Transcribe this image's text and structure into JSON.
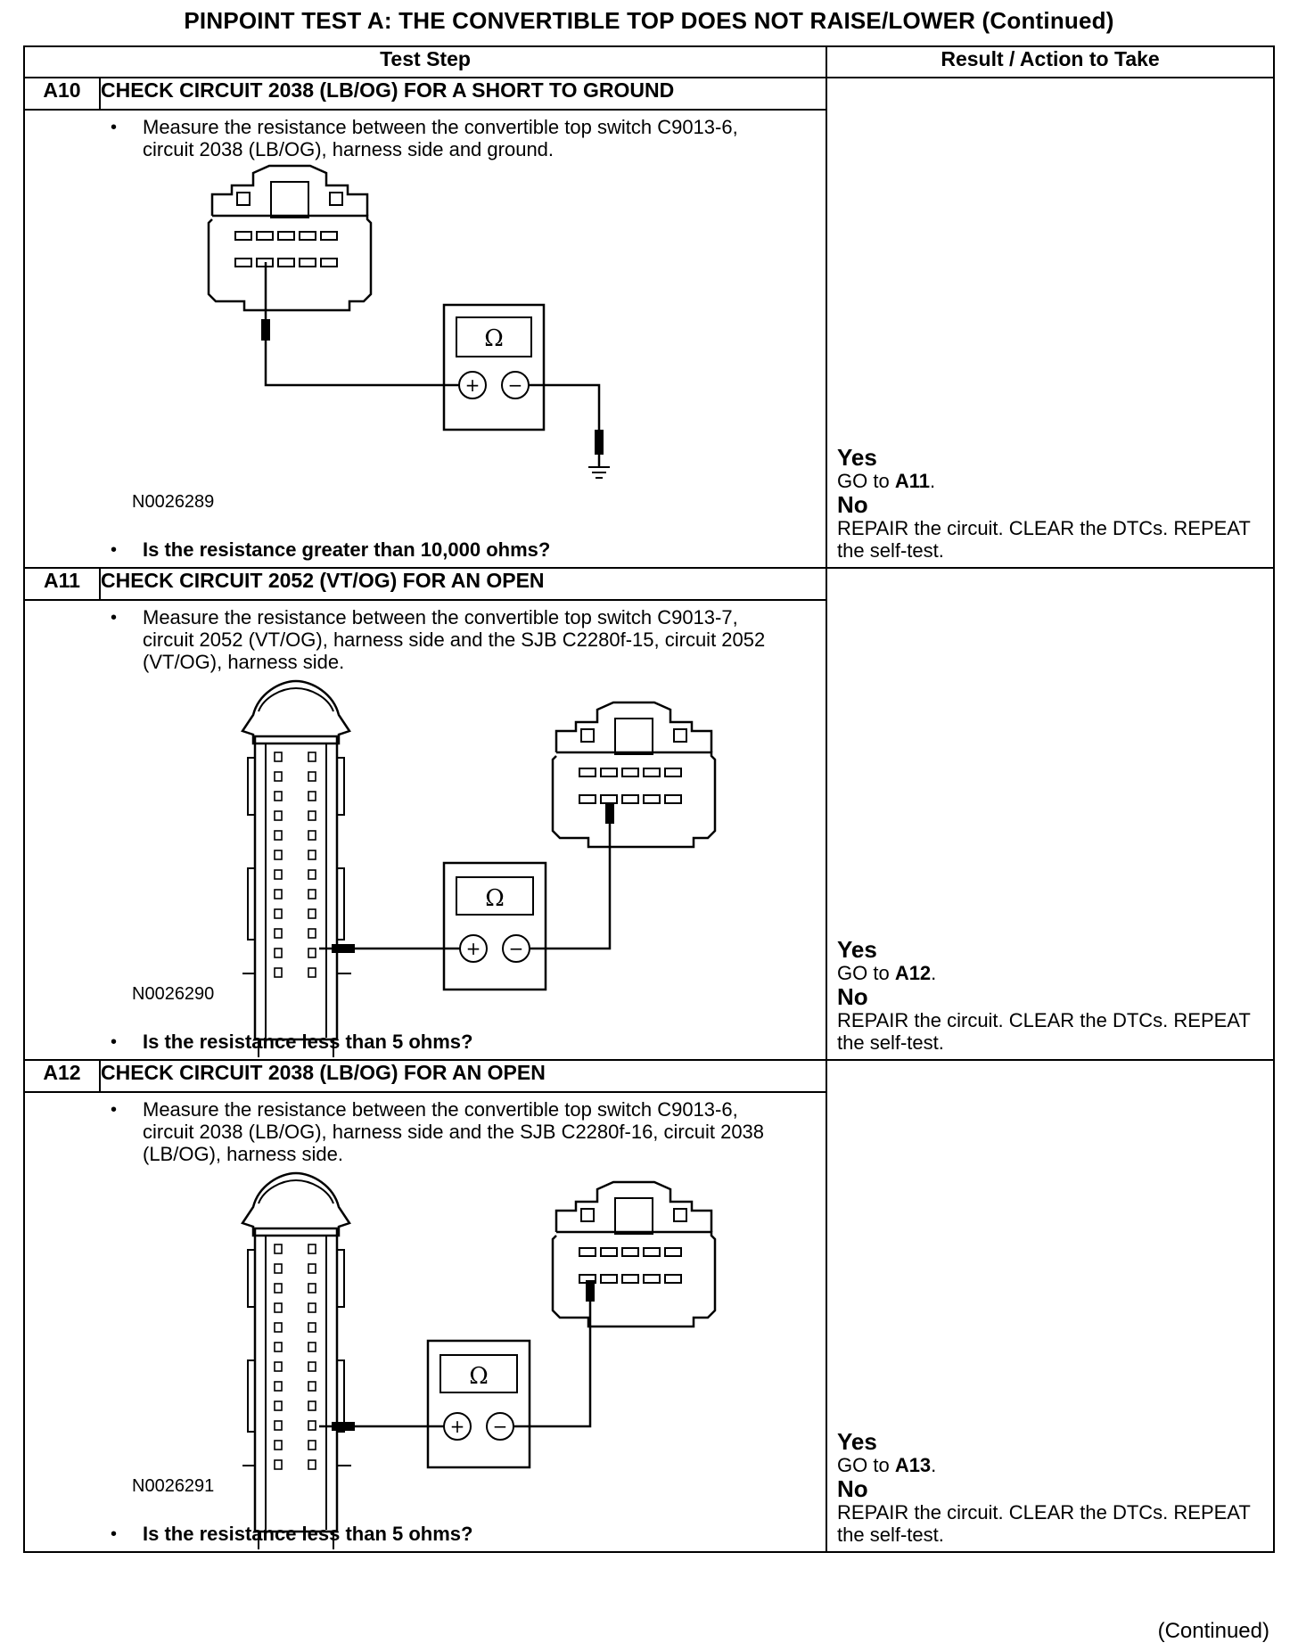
{
  "title": "PINPOINT TEST  A: THE CONVERTIBLE TOP DOES NOT RAISE/LOWER (Continued)",
  "headers": {
    "test_step": "Test Step",
    "result": "Result / Action to Take"
  },
  "steps": [
    {
      "id": "A10",
      "heading": "CHECK CIRCUIT 2038 (LB/OG) FOR A SHORT TO GROUND",
      "instruction": "Measure the resistance between the convertible top switch C9013-6, circuit 2038 (LB/OG), harness side and ground.",
      "figure_id": "N0026289",
      "question": "Is the resistance greater than 10,000 ohms?",
      "yes_label": "Yes",
      "yes_prefix": "GO to ",
      "yes_target": "A11",
      "no_label": "No",
      "no_action": "REPAIR the circuit. CLEAR the DTCs. REPEAT the self-test."
    },
    {
      "id": "A11",
      "heading": "CHECK CIRCUIT 2052 (VT/OG) FOR AN OPEN",
      "instruction": "Measure the resistance between the convertible top switch C9013-7, circuit 2052 (VT/OG), harness side and the SJB C2280f-15, circuit 2052 (VT/OG), harness side.",
      "figure_id": "N0026290",
      "question": "Is the resistance less than 5 ohms?",
      "yes_label": "Yes",
      "yes_prefix": "GO to ",
      "yes_target": "A12",
      "no_label": "No",
      "no_action": "REPAIR the circuit. CLEAR the DTCs. REPEAT the self-test."
    },
    {
      "id": "A12",
      "heading": "CHECK CIRCUIT 2038 (LB/OG) FOR AN OPEN",
      "instruction": "Measure the resistance between the convertible top switch C9013-6, circuit 2038 (LB/OG), harness side and the SJB C2280f-16, circuit 2038 (LB/OG), harness side.",
      "figure_id": "N0026291",
      "question": "Is the resistance less than 5 ohms?",
      "yes_label": "Yes",
      "yes_prefix": "GO to ",
      "yes_target": "A13",
      "no_label": "No",
      "no_action": "REPAIR the circuit. CLEAR the DTCs. REPEAT the self-test."
    }
  ],
  "meter_symbol": "Ω",
  "plus": "+",
  "minus": "−",
  "footer": "(Continued)"
}
